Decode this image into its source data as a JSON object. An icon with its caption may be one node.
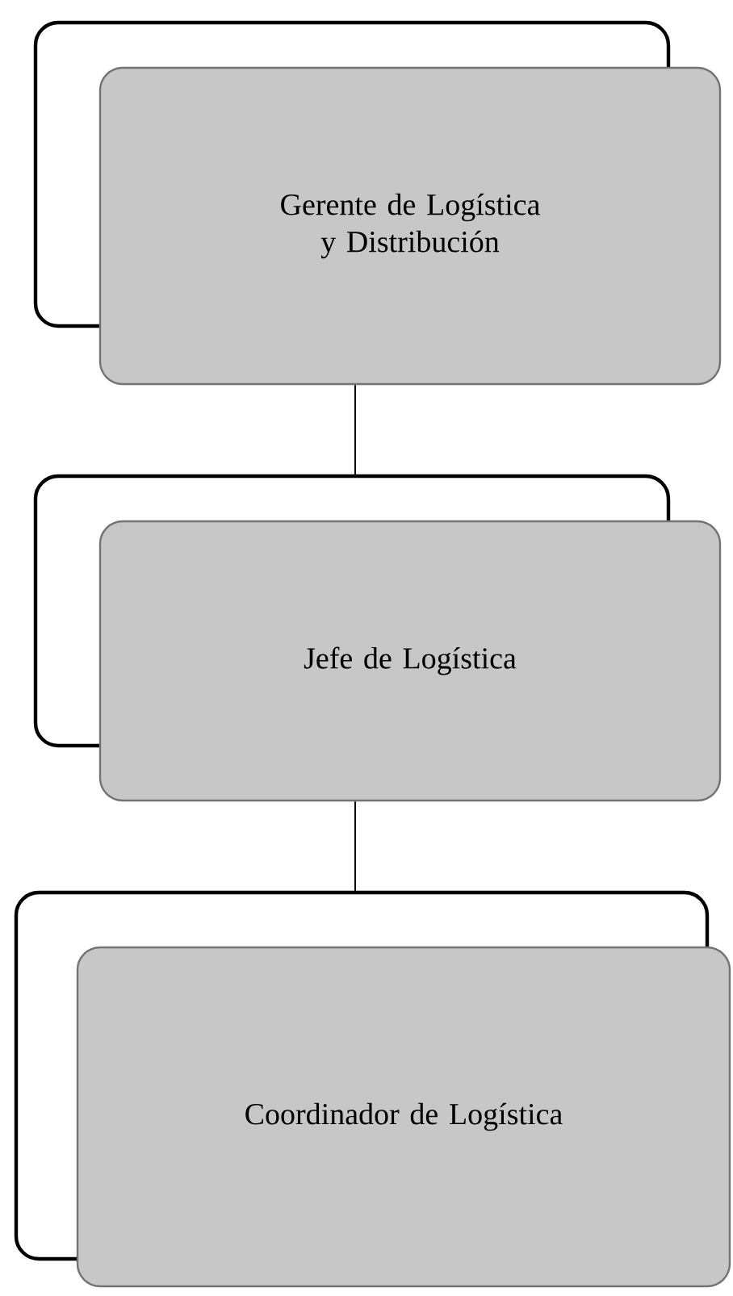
{
  "diagram": {
    "nodes": [
      {
        "text": [
          "Gerente de Logística y Distribución"
        ]
      },
      {
        "text": [
          "Jefe de Logística"
        ]
      },
      {
        "text": [
          "Coordinador de Logística"
        ]
      }
    ],
    "edges": [
      {
        "from": 0,
        "to": 1,
        "arrow": "none"
      },
      {
        "from": 1,
        "to": 2,
        "arrow": "none"
      }
    ]
  }
}
